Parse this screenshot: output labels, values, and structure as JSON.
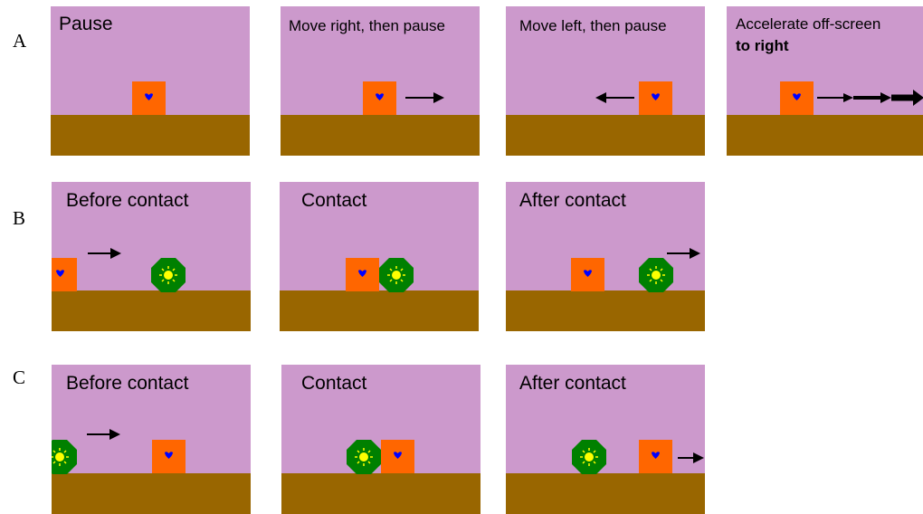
{
  "rows": [
    {
      "label": "A"
    },
    {
      "label": "B"
    },
    {
      "label": "C"
    }
  ],
  "panels": {
    "a1": {
      "caption": "Pause"
    },
    "a2": {
      "caption": "Move right, then pause"
    },
    "a3": {
      "caption": "Move left, then pause"
    },
    "a4": {
      "caption_line1": "Accelerate off-screen",
      "caption_line2": "to right"
    },
    "b1": {
      "caption": "Before contact"
    },
    "b2": {
      "caption": "Contact"
    },
    "b3": {
      "caption": "After contact"
    },
    "c1": {
      "caption": "Before contact"
    },
    "c2": {
      "caption": "Contact"
    },
    "c3": {
      "caption": "After contact"
    }
  },
  "colors": {
    "sky": "#cc99cc",
    "ground": "#996600",
    "square": "#ff6600",
    "heart": "#0000ff",
    "octagon": "#008000",
    "sun": "#ffff00"
  },
  "objects": {
    "square_icon": "heart-square",
    "octagon_icon": "sun-octagon"
  }
}
